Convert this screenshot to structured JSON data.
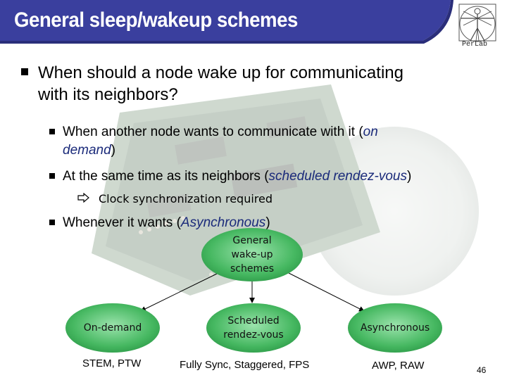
{
  "slide": {
    "title": "General sleep/wakeup schemes",
    "logo_text": "PerLab",
    "bullets": {
      "level1": "When should a node wake up for communicating with its neighbors?",
      "level1_line1": "When should a node wake up for communicating",
      "level1_line2": "with its neighbors?",
      "on_demand_pre": "When another node wants to communicate with it (",
      "on_demand_em1": "on",
      "on_demand_em2": "demand",
      "on_demand_post": ")",
      "scheduled_pre": "At the same time as its neighbors (",
      "scheduled_em": "scheduled rendez-vous",
      "scheduled_post": ")",
      "sub_clock": "Clock synchronization required",
      "async_pre": "Whenever it wants (",
      "async_em": "Asynchronous",
      "async_post": ")"
    },
    "diagram": {
      "root": [
        "General",
        "wake-up",
        "schemes"
      ],
      "left": "On-demand",
      "middle": [
        "Scheduled",
        "rendez-vous"
      ],
      "right": "Asynchronous",
      "left_caption": "STEM, PTW",
      "middle_caption": "Fully Sync, Staggered, FPS",
      "right_caption": "AWP, RAW"
    },
    "page_number": "46"
  },
  "colors": {
    "title_bar": "#3a3f9e",
    "node_fill": "#2fa84f",
    "node_fill_light": "#8fd8a0",
    "emphasis_text": "#1a2a7a"
  }
}
